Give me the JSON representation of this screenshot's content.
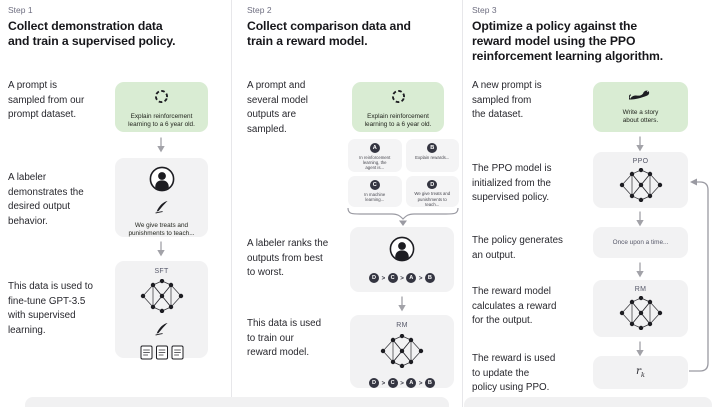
{
  "colors": {
    "background": "#ffffff",
    "green_box": "#d9ecd3",
    "gray_box": "#f2f2f3",
    "circle_dark": "#343541",
    "arrow_gray": "#a2a2a8",
    "step_label_gray": "#6e6e80"
  },
  "icons": {
    "prompt_sample": "refresh-icon",
    "labeler": "person-icon",
    "write": "quill-icon",
    "model": "neural-network-icon",
    "documents": "documents-icon",
    "otter": "otter-icon",
    "flow": "down-arrow-icon",
    "group": "curly-brace",
    "loop": "feedback-loop-arrow"
  },
  "steps": [
    {
      "label": "Step 1",
      "title": "Collect demonstration data\nand train a supervised policy.",
      "captions": [
        "A prompt is\nsampled from our\nprompt dataset.",
        "A labeler\ndemonstrates the\ndesired output\nbehavior.",
        "This data is used to\nfine-tune GPT-3.5\nwith supervised\nlearning."
      ],
      "prompt_box": {
        "text": "Explain reinforcement\nlearning to a 6 year old."
      },
      "labeler_box": {
        "text": "We give treats and\npunishments to teach..."
      },
      "sft_box": {
        "label": "SFT"
      }
    },
    {
      "label": "Step 2",
      "title": "Collect comparison data and\ntrain a reward model.",
      "captions": [
        "A prompt and\nseveral model\noutputs are\nsampled.",
        "A labeler ranks the\noutputs from best\nto worst.",
        "This data is used\nto train our\nreward model."
      ],
      "prompt_box": {
        "text": "Explain reinforcement\nlearning to a 6 year old."
      },
      "outputs": [
        {
          "letter": "A",
          "text": "In reinforcement\nlearning, the\nagent is..."
        },
        {
          "letter": "B",
          "text": "Explain rewards..."
        },
        {
          "letter": "C",
          "text": "In machine\nlearning..."
        },
        {
          "letter": "D",
          "text": "We give treats and\npunishments to\nteach..."
        }
      ],
      "ranking": [
        "D",
        "C",
        "A",
        "B"
      ],
      "ranking_sep": ">",
      "rm_box": {
        "label": "RM"
      }
    },
    {
      "label": "Step 3",
      "title": "Optimize a policy against the\nreward model using the PPO\nreinforcement learning algorithm.",
      "captions": [
        "A new prompt is\nsampled from\nthe dataset.",
        "The PPO model is\ninitialized from the\nsupervised policy.",
        "The policy generates\nan output.",
        "The reward model\ncalculates a reward\nfor the output.",
        "The reward is used\nto update the\npolicy using PPO."
      ],
      "prompt_box": {
        "text": "Write a story\nabout otters."
      },
      "ppo_box": {
        "label": "PPO"
      },
      "output_box": {
        "text": "Once upon a time..."
      },
      "rm_box": {
        "label": "RM"
      },
      "reward_box": {
        "base": "r",
        "sub": "k"
      }
    }
  ]
}
